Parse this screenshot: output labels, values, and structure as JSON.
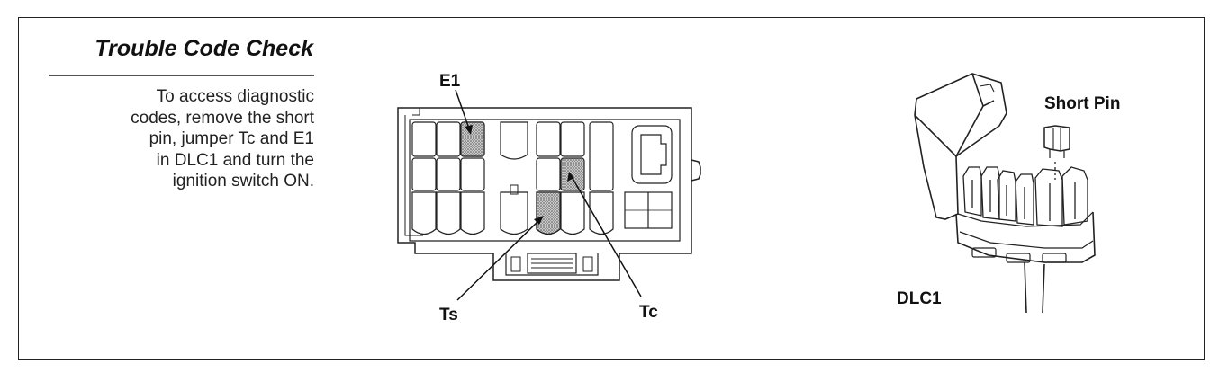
{
  "heading": "Trouble Code Check",
  "instructions": [
    "To access diagnostic",
    "codes, remove the short",
    "pin, jumper Tc and E1",
    "in DLC1 and turn the",
    "ignition switch ON."
  ],
  "labels": {
    "e1": "E1",
    "ts": "Ts",
    "tc": "Tc",
    "short_pin": "Short Pin",
    "dlc1": "DLC1"
  }
}
